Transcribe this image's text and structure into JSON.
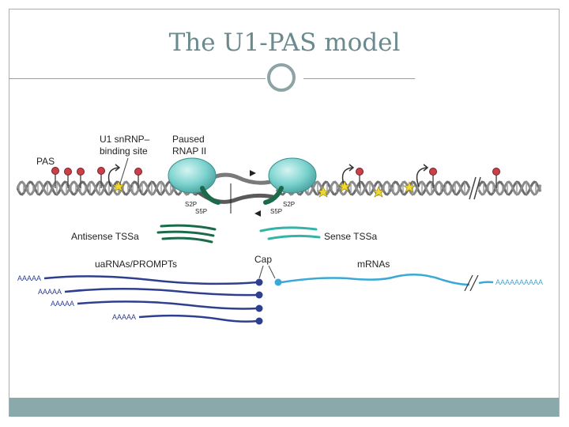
{
  "slide": {
    "title": "The U1-PAS model"
  },
  "diagram": {
    "labels": {
      "pas": "PAS",
      "u1_line1": "U1 snRNP–",
      "u1_line2": "binding site",
      "paused_line1": "Paused",
      "paused_line2": "RNAP II",
      "s2p_left": "S2P",
      "s5p_left": "S5P",
      "s2p_right": "S2P",
      "s5p_right": "S5P",
      "antisense_tssa": "Antisense TSSa",
      "sense_tssa": "Sense TSSa",
      "cap": "Cap",
      "ua_rnas": "uaRNAs/PROMPTs",
      "mrnas": "mRNAs",
      "polya_1": "AAAAA",
      "polya_2": "AAAAA",
      "polya_3": "AAAAA",
      "polya_4": "AAAAA",
      "polya_mrna": "AAAAAAAAAA"
    },
    "colors": {
      "dna": "#6d6d6d",
      "pas_marker": "#c8404a",
      "polymerase": "#7fd4d0",
      "antisense_tssa": "#1b6b4a",
      "sense_tssa": "#34b3a8",
      "ua_rna": "#2e3f8f",
      "mrna": "#3ba9d8",
      "star": "#f2d829"
    }
  }
}
